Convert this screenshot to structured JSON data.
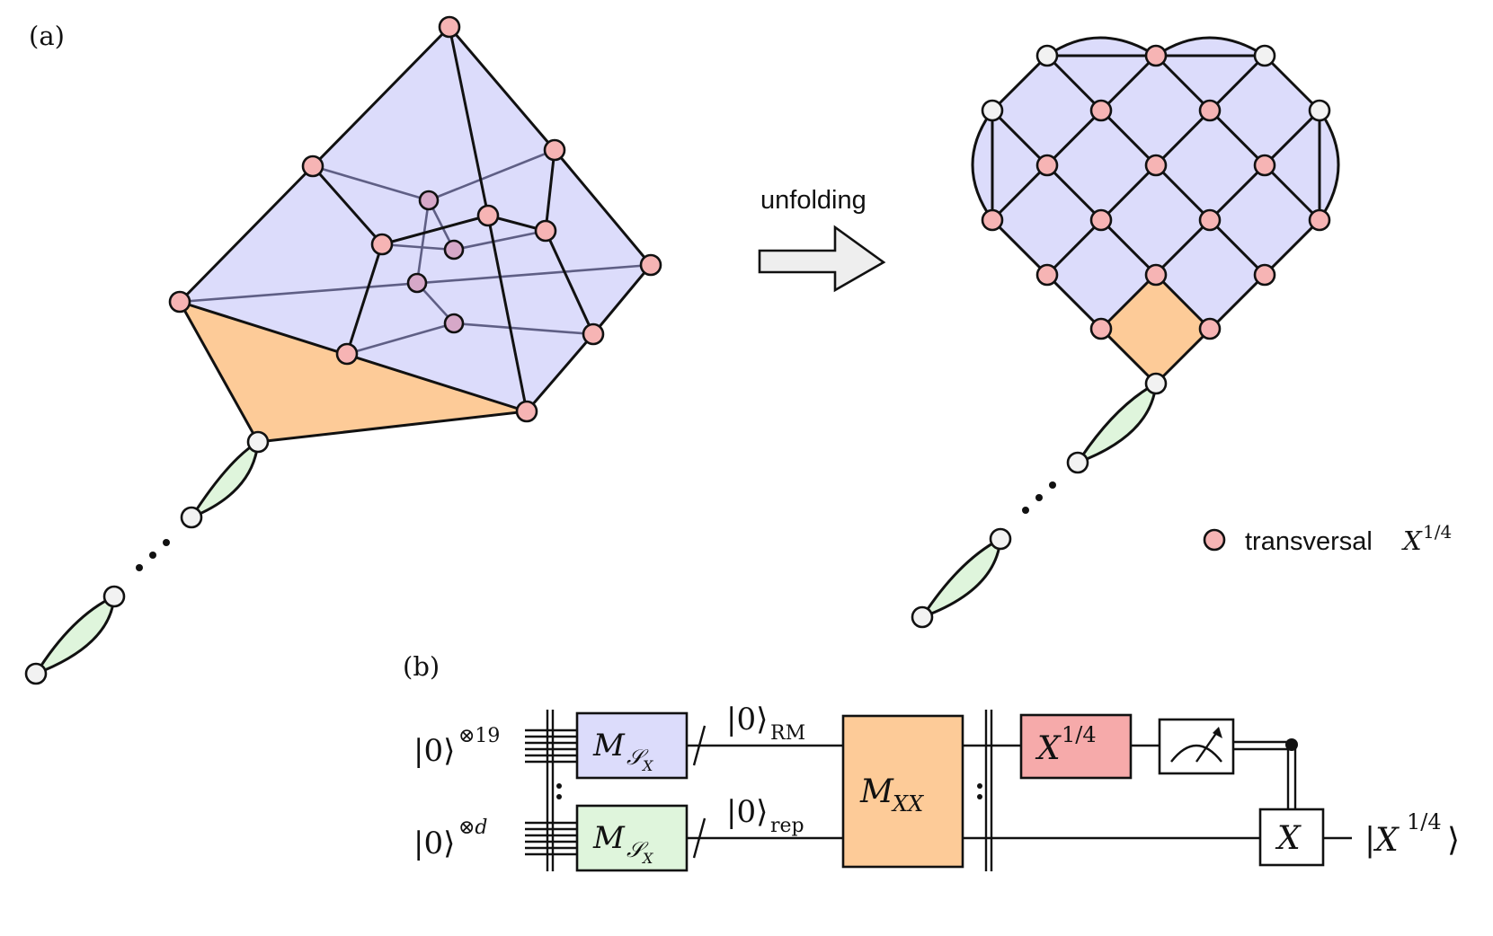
{
  "panel_a": {
    "label": "(a)",
    "arrow_label": "unfolding",
    "legend": {
      "text": "transversal",
      "math_base": "X",
      "math_sup": "1/4"
    }
  },
  "panel_b": {
    "label": "(b)",
    "inputs": [
      {
        "ket": "|0⟩",
        "sup": "⊗19"
      },
      {
        "ket": "|0⟩",
        "sup": "⊗d"
      }
    ],
    "measure_boxes": [
      {
        "base": "M",
        "sub": "𝒮",
        "subsub": "X"
      },
      {
        "base": "M",
        "sub": "𝒮",
        "subsub": "X"
      }
    ],
    "wire_labels": [
      {
        "ket": "|0⟩",
        "sub": "RM"
      },
      {
        "ket": "|0⟩",
        "sub": "rep"
      }
    ],
    "mxx": {
      "base": "M",
      "sub": "XX"
    },
    "gate": {
      "base": "X",
      "sup": "1/4"
    },
    "x_gate": "X",
    "output": {
      "base": "|X",
      "sup": "1/4",
      "close": "⟩"
    }
  },
  "colors": {
    "blue_face": "#dcdcfb",
    "orange_face": "#fdcb98",
    "green_leaf": "#dff5dc",
    "red_node": "#f6b4b4",
    "inner_node": "#d6a8c8",
    "white_node": "#f2f2f2",
    "red_box": "#f6aaaa",
    "blue_box": "#dcdcfb",
    "green_box": "#dff5dc",
    "orange_box": "#fdcb98"
  }
}
